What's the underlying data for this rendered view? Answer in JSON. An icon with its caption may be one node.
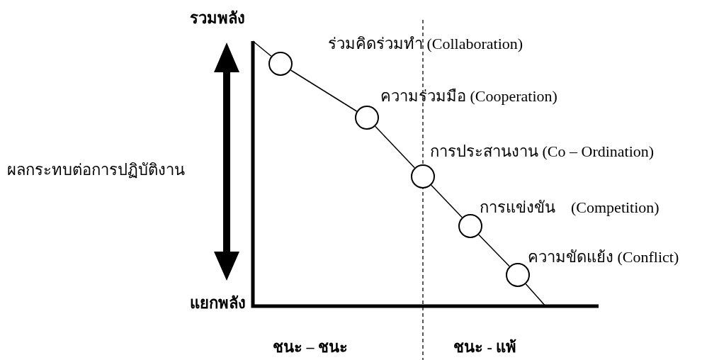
{
  "diagram": {
    "nodes": [
      {
        "text": [],
        "shape": "circle",
        "beside": [
          "ร่วมคิดร่วมทำ (Collaboration)"
        ]
      },
      {
        "text": [],
        "shape": "circle",
        "beside": [
          "ความร่วมมือ (Cooperation)"
        ]
      },
      {
        "text": [],
        "shape": "circle",
        "beside": [
          "การประสานงาน (Co – Ordination)"
        ]
      },
      {
        "text": [],
        "shape": "circle",
        "beside": [
          "การแข่งขัน    (Competition)"
        ]
      },
      {
        "text": [],
        "shape": "circle",
        "beside": [
          "ความขัดแย้ง (Conflict)"
        ]
      }
    ],
    "edges": [
      {
        "from": null,
        "to": 0,
        "arrow": "none"
      },
      {
        "from": 0,
        "to": 1,
        "arrow": "none"
      },
      {
        "from": 1,
        "to": 2,
        "arrow": "none"
      },
      {
        "from": 2,
        "to": 3,
        "arrow": "none"
      },
      {
        "from": 3,
        "to": 4,
        "arrow": "none"
      },
      {
        "from": 4,
        "to": null,
        "arrow": "none"
      }
    ],
    "labels": [
      "รวมพลัง",
      "ผลกระทบต่อการปฏิบัติงาน",
      "แยกพลัง",
      "ชนะ – ชนะ",
      "ชนะ - แพ้"
    ]
  }
}
